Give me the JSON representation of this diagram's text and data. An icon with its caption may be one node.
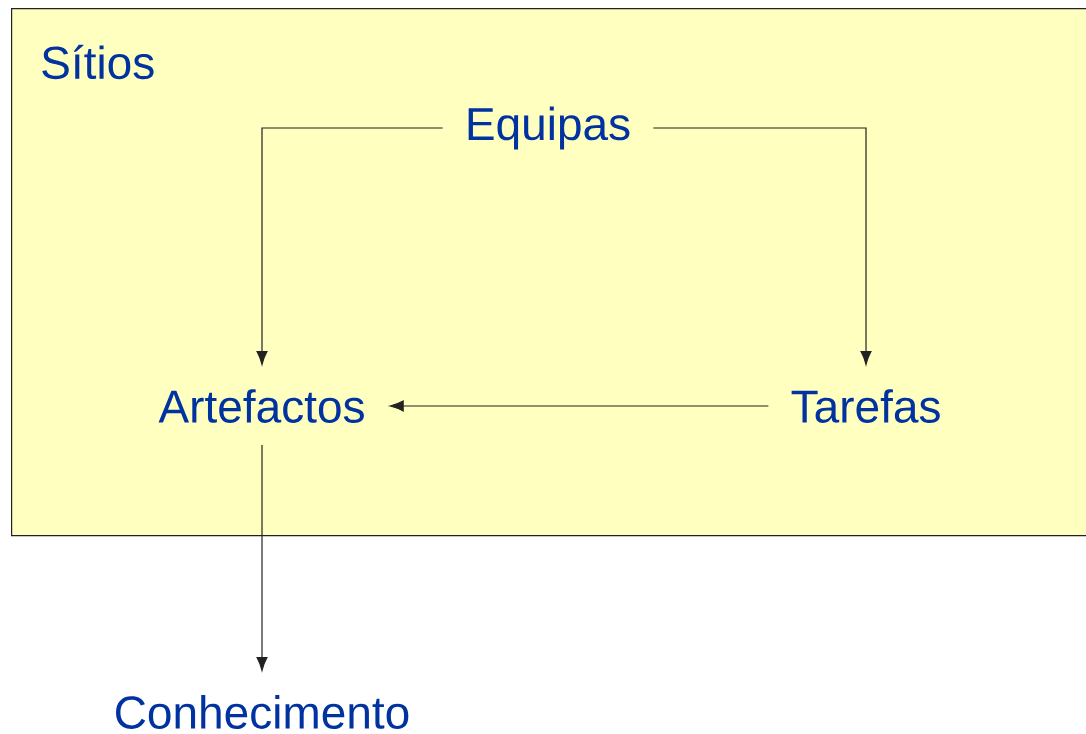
{
  "diagram": {
    "nodes": [
      {
        "text": [
          "Sítios"
        ]
      },
      {
        "text": [
          "Equipas"
        ],
        "in": 0
      },
      {
        "text": [
          "Artefactos"
        ],
        "in": 0
      },
      {
        "text": [
          "Tarefas"
        ],
        "in": 0
      },
      {
        "text": [
          "Conhecimento"
        ]
      }
    ],
    "edges": [
      {
        "from": 1,
        "to": 2,
        "arrow": "to"
      },
      {
        "from": 1,
        "to": 3,
        "arrow": "to"
      },
      {
        "from": 3,
        "to": 2,
        "arrow": "to"
      },
      {
        "from": 2,
        "to": 4,
        "arrow": "to"
      }
    ]
  }
}
